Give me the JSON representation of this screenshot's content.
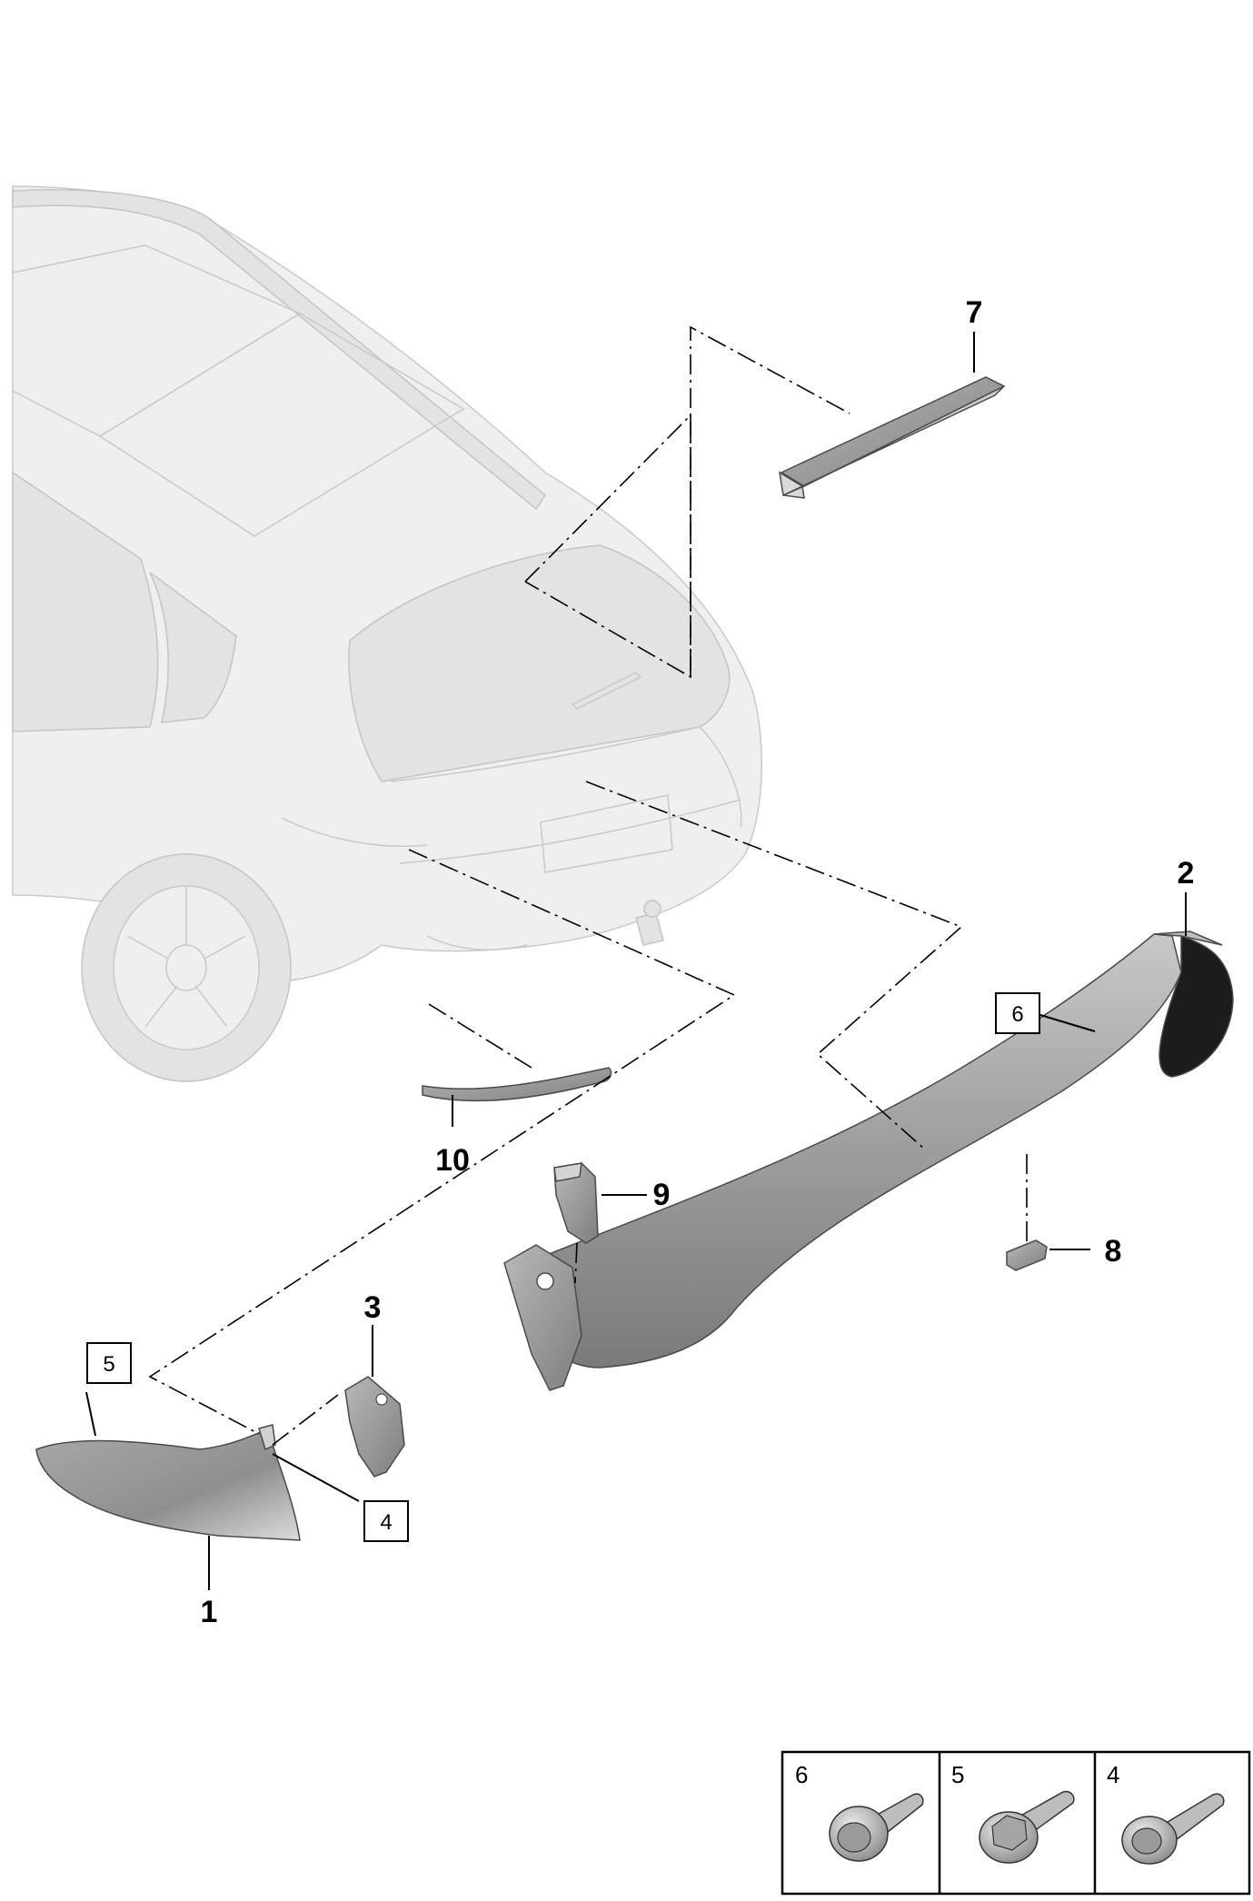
{
  "callouts": {
    "c1": "1",
    "c2": "2",
    "c3": "3",
    "c7": "7",
    "c8": "8",
    "c9": "9",
    "c10": "10"
  },
  "boxed_callouts": {
    "b4": "4",
    "b5": "5",
    "b6": "6"
  },
  "fastener_legend": {
    "cells": [
      {
        "number": "6",
        "icon": "flange-bolt-with-washer-icon"
      },
      {
        "number": "5",
        "icon": "hex-flange-bolt-icon"
      },
      {
        "number": "4",
        "icon": "bolt-with-washer-icon"
      }
    ]
  },
  "colors": {
    "ghost_vehicle": "#efefef",
    "part_grey": "#9c9c9c",
    "part_dark": "#1c1c1c",
    "line": "#000000"
  }
}
